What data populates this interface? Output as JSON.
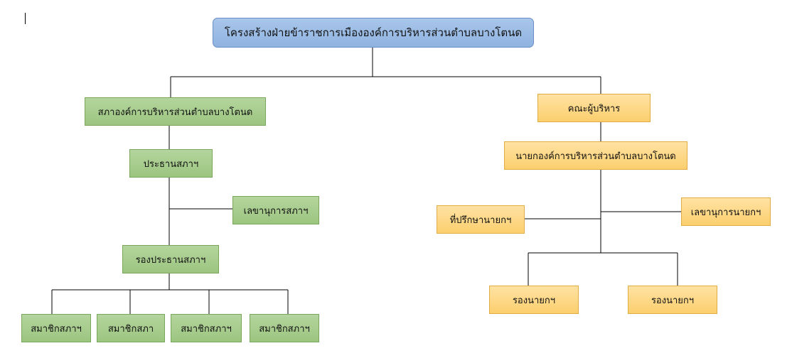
{
  "nodes": {
    "root": "โครงสร้างฝ่ายข้าราชการเมืององค์การบริหารส่วนตำบลบางโตนด",
    "council": "สภาองค์การบริหารส่วนตำบลบางโตนด",
    "council_chair": "ประธานสภาฯ",
    "council_secretary": "เลขานุการสภาฯ",
    "council_vice_chair": "รองประธานสภาฯ",
    "council_members": [
      "สมาชิกสภาฯ",
      "สมาชิกสภา",
      "สมาชิกสภาฯ",
      "สมาชิกสภาฯ"
    ],
    "executive_board": "คณะผู้บริหาร",
    "mayor": "นายกองค์การบริหารส่วนตำบลบางโตนด",
    "mayor_advisor": "ที่ปรึกษานายกฯ",
    "mayor_secretary": "เลขานุการนายกฯ",
    "deputy_mayors": [
      "รองนายกฯ",
      "รองนายกฯ"
    ]
  },
  "colors": {
    "root": "#9dbbe4",
    "council_branch": "#a9ce90",
    "executive_branch": "#fdd88a",
    "connector": "#000000"
  }
}
